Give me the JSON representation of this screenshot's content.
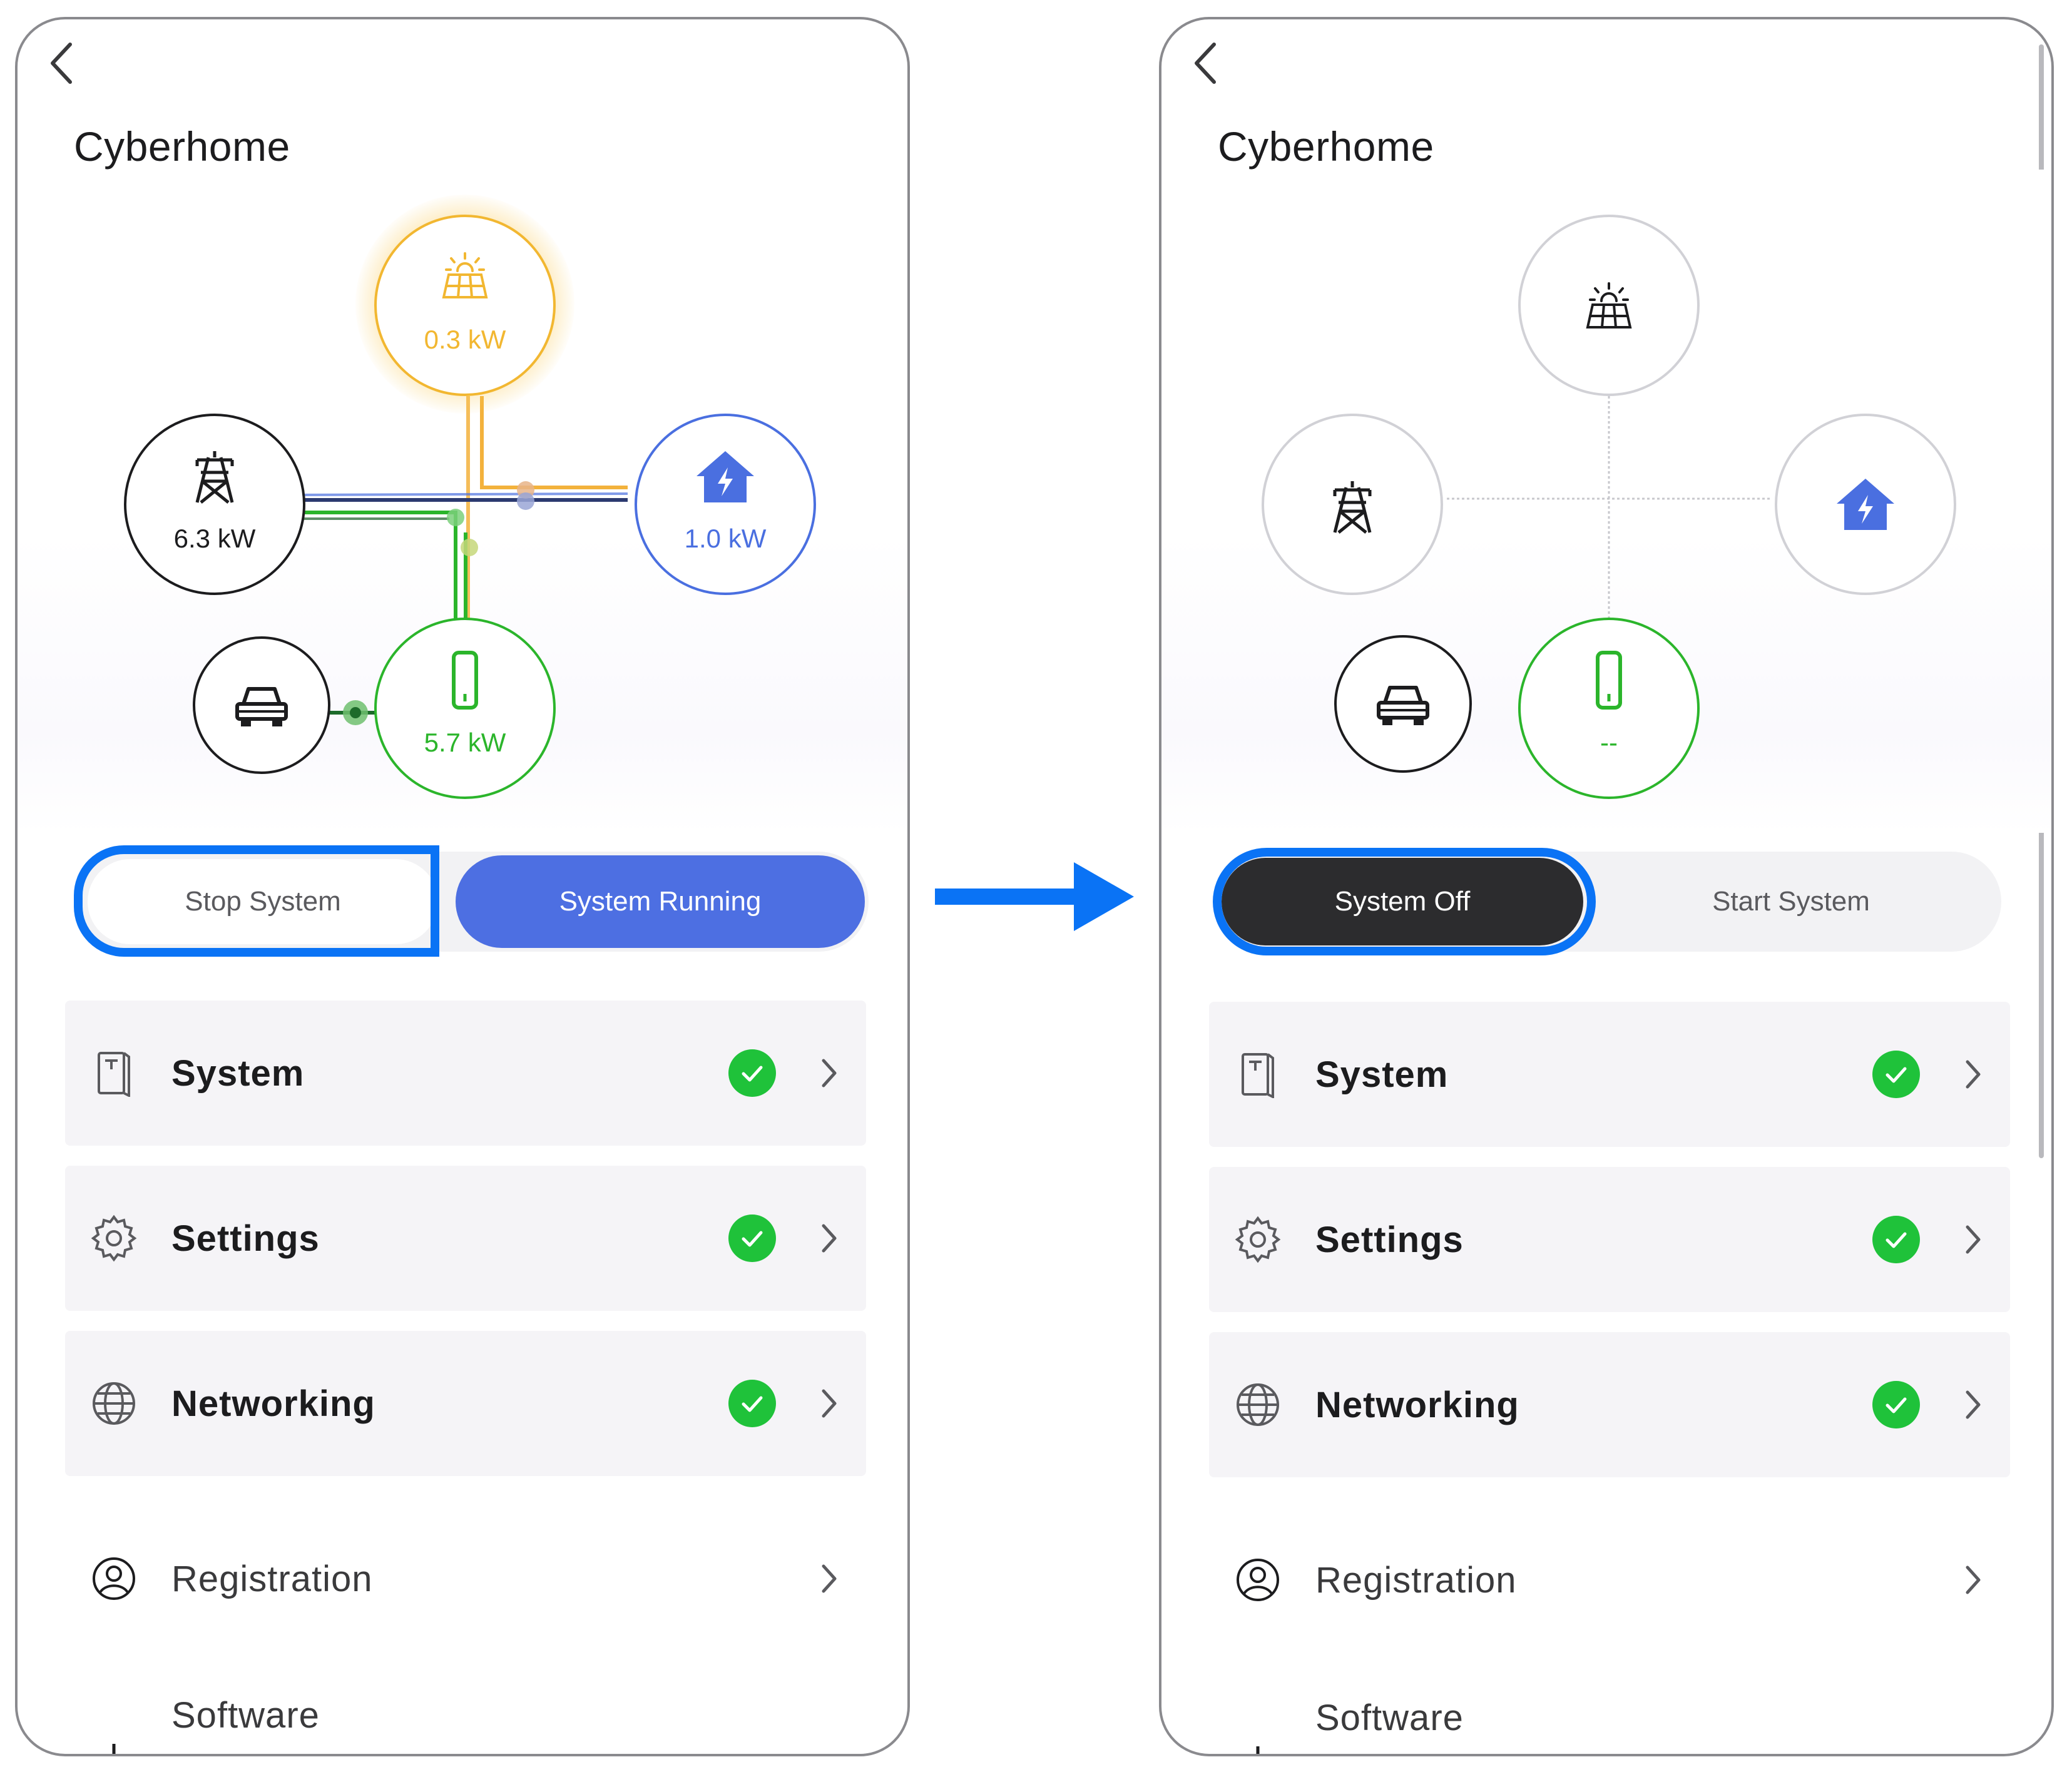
{
  "left": {
    "title": "Cyberhome",
    "nodes": {
      "solar": {
        "value": "0.3 kW"
      },
      "grid": {
        "value": "6.3 kW"
      },
      "home": {
        "value": "1.0 kW"
      },
      "powerwall": {
        "value": "5.7 kW"
      }
    },
    "controls": {
      "stop_label": "Stop System",
      "running_label": "System Running"
    },
    "menu": [
      {
        "label": "System",
        "status": "ok"
      },
      {
        "label": "Settings",
        "status": "ok"
      },
      {
        "label": "Networking",
        "status": "ok"
      },
      {
        "label": "Registration"
      },
      {
        "label": "Software"
      }
    ]
  },
  "right": {
    "title": "Cyberhome",
    "nodes": {
      "powerwall": {
        "value": "--"
      }
    },
    "controls": {
      "off_label": "System Off",
      "start_label": "Start System"
    },
    "menu": [
      {
        "label": "System",
        "status": "ok"
      },
      {
        "label": "Settings",
        "status": "ok"
      },
      {
        "label": "Networking",
        "status": "ok"
      },
      {
        "label": "Registration"
      },
      {
        "label": "Software"
      }
    ]
  },
  "colors": {
    "solar": "#f2b731",
    "home": "#4a6fe0",
    "powerwall": "#2bb52b",
    "grid": "#1c1c1e",
    "highlight": "#0a73f5",
    "accent_button": "#4d6fe2",
    "off_button": "#2c2c2e",
    "ok_badge": "#1fc23a"
  },
  "icons": [
    "back-chevron-icon",
    "solar-panel-icon",
    "transmission-tower-icon",
    "house-bolt-icon",
    "car-icon",
    "powerwall-icon",
    "system-device-icon",
    "gear-icon",
    "globe-icon",
    "user-circle-icon",
    "check-icon",
    "chevron-right-icon",
    "arrow-right-icon"
  ]
}
